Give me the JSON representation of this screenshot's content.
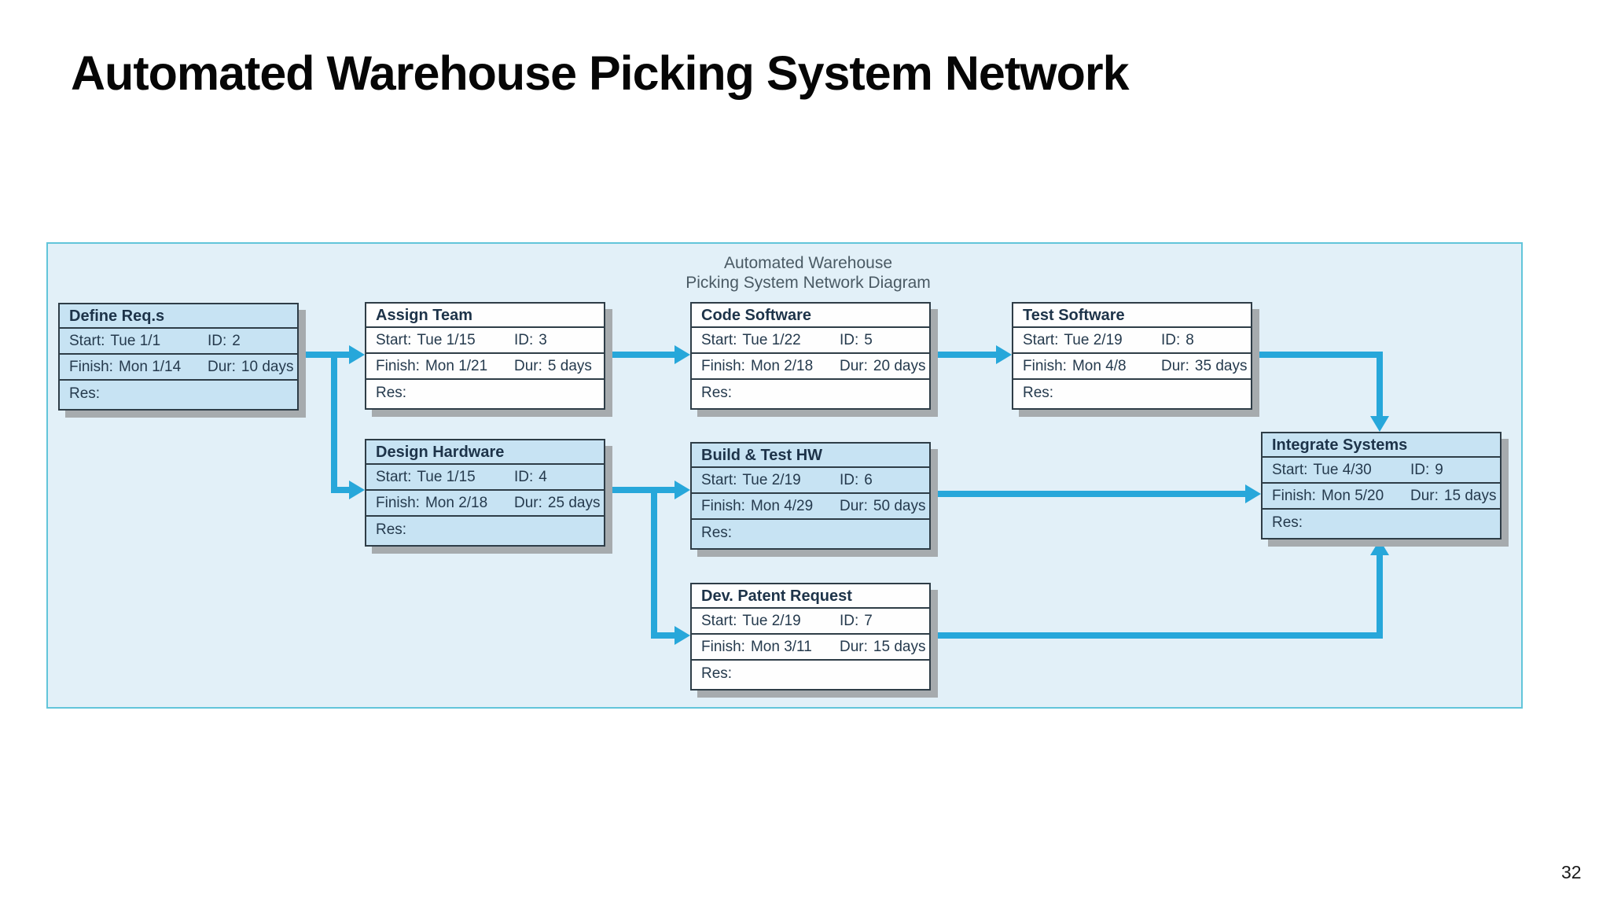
{
  "slide": {
    "title": "Automated Warehouse Picking System Network",
    "page_number": "32"
  },
  "diagram": {
    "caption_line1": "Automated Warehouse",
    "caption_line2": "Picking System Network Diagram",
    "field_labels": {
      "start": "Start:",
      "finish": "Finish:",
      "id": "ID:",
      "dur": "Dur:",
      "res": "Res:"
    },
    "colors": {
      "panel_bg": "#e2f0f8",
      "panel_border": "#62c5da",
      "arrow": "#27a7da",
      "box_blue": "#c7e3f3",
      "box_white": "#fefefe",
      "box_border": "#2e3d47",
      "box_text": "#253a4d",
      "shadow": "#a6abae",
      "caption_text": "#4a5a64"
    },
    "tasks": [
      {
        "name": "Define Req.s",
        "start": "Tue 1/1",
        "id": "2",
        "finish": "Mon 1/14",
        "dur": "10 days",
        "res": "",
        "fill": "blue"
      },
      {
        "name": "Assign Team",
        "start": "Tue 1/15",
        "id": "3",
        "finish": "Mon 1/21",
        "dur": "5 days",
        "res": "",
        "fill": "white"
      },
      {
        "name": "Code Software",
        "start": "Tue 1/22",
        "id": "5",
        "finish": "Mon 2/18",
        "dur": "20 days",
        "res": "",
        "fill": "white"
      },
      {
        "name": "Test Software",
        "start": "Tue 2/19",
        "id": "8",
        "finish": "Mon 4/8",
        "dur": "35 days",
        "res": "",
        "fill": "white"
      },
      {
        "name": "Design Hardware",
        "start": "Tue 1/15",
        "id": "4",
        "finish": "Mon 2/18",
        "dur": "25 days",
        "res": "",
        "fill": "blue"
      },
      {
        "name": "Build & Test HW",
        "start": "Tue 2/19",
        "id": "6",
        "finish": "Mon 4/29",
        "dur": "50 days",
        "res": "",
        "fill": "blue"
      },
      {
        "name": "Integrate Systems",
        "start": "Tue 4/30",
        "id": "9",
        "finish": "Mon 5/20",
        "dur": "15 days",
        "res": "",
        "fill": "blue"
      },
      {
        "name": "Dev. Patent Request",
        "start": "Tue 2/19",
        "id": "7",
        "finish": "Mon 3/11",
        "dur": "15 days",
        "res": "",
        "fill": "white"
      }
    ]
  }
}
